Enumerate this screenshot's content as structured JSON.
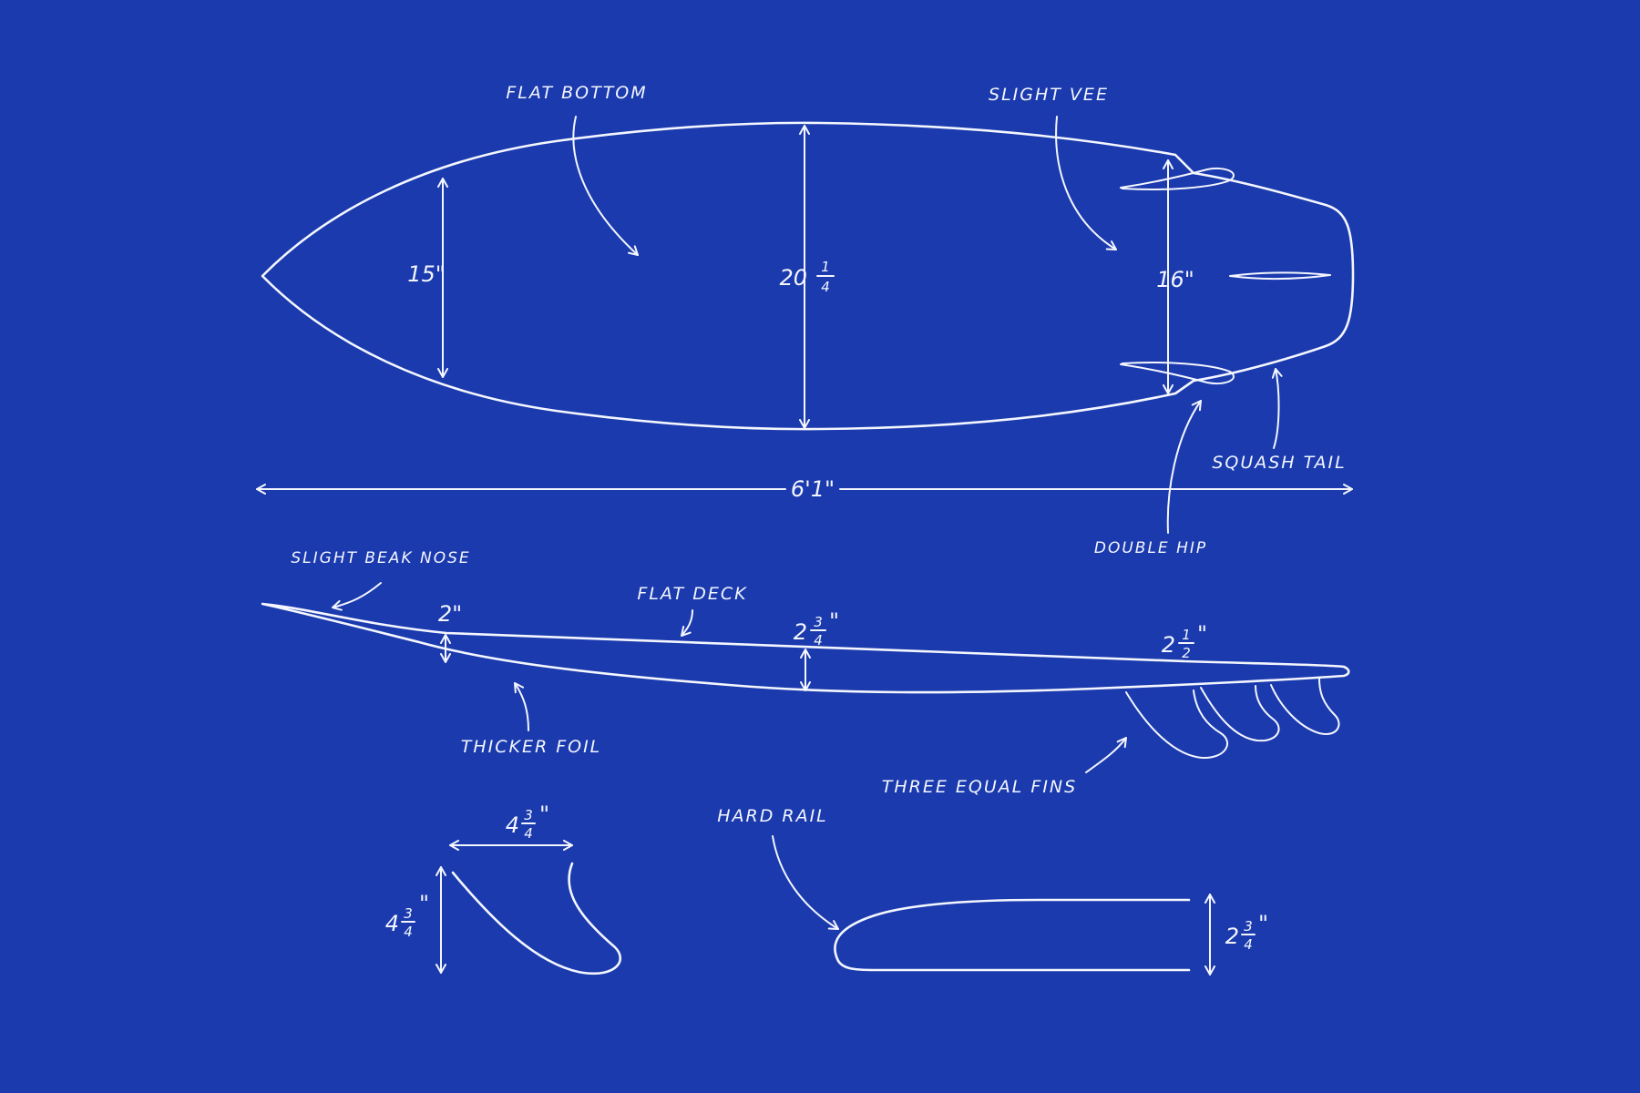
{
  "colors": {
    "background": "#1a3aad",
    "ink": "#f4f6ff"
  },
  "callouts": {
    "flat_bottom": "FLAT BOTTOM",
    "slight_vee": "SLIGHT VEE",
    "squash_tail": "SQUASH TAIL",
    "double_hip": "DOUBLE HIP",
    "slight_beak_nose": "SLIGHT BEAK NOSE",
    "flat_deck": "FLAT DECK",
    "thicker_foil": "THICKER FOIL",
    "three_equal_fins": "THREE EQUAL FINS",
    "hard_rail": "HARD RAIL"
  },
  "dimensions": {
    "nose_width": "15\"",
    "center_width_whole": "20",
    "center_width_num": "1",
    "center_width_den": "4",
    "tail_width": "16\"",
    "length": "6'1\"",
    "nose_thickness": "2\"",
    "center_thickness_whole": "2",
    "center_thickness_num": "3",
    "center_thickness_den": "4",
    "center_thickness_unit": "\"",
    "tail_thickness_whole": "2",
    "tail_thickness_num": "1",
    "tail_thickness_den": "2",
    "tail_thickness_unit": "\"",
    "fin_base_whole": "4",
    "fin_base_num": "3",
    "fin_base_den": "4",
    "fin_base_unit": "\"",
    "fin_depth_whole": "4",
    "fin_depth_num": "3",
    "fin_depth_den": "4",
    "fin_depth_unit": "\"",
    "rail_thickness_whole": "2",
    "rail_thickness_num": "3",
    "rail_thickness_den": "4",
    "rail_thickness_unit": "\""
  }
}
